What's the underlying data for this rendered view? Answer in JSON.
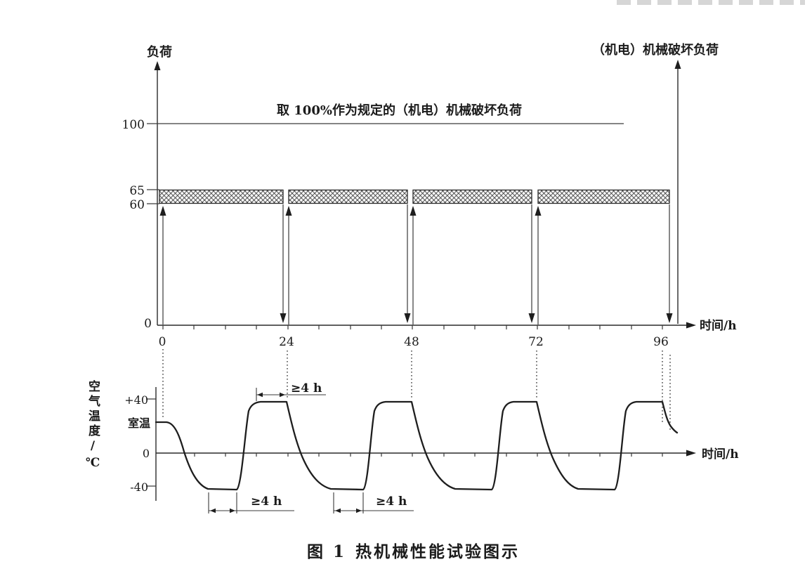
{
  "caption": {
    "label": "图 1",
    "title": "热机械性能试验图示"
  },
  "load_chart": {
    "y_axis_label": "负荷",
    "x_axis_label": "时间/h",
    "reference_note": "取 100%作为规定的（机电）机械破坏负荷",
    "right_label": "（机电）机械破坏负荷",
    "y_tick_labels": [
      "100",
      "65",
      "60",
      "0"
    ],
    "x_tick_labels": [
      "0",
      "24",
      "48",
      "72",
      "96"
    ]
  },
  "temp_chart": {
    "y_axis_label": "空气温度/℃",
    "x_axis_label": "时间/h",
    "y_tick_labels": [
      "+40",
      "室温",
      "0",
      "-40"
    ],
    "hold_annotation": "≥4 h"
  },
  "chart_data": [
    {
      "type": "area",
      "title": "负荷循环（上图）",
      "xlabel": "时间/h",
      "ylabel": "负荷",
      "x_ticks": [
        0,
        24,
        48,
        72,
        96
      ],
      "y_ticks": [
        0,
        60,
        65,
        100
      ],
      "reference_line": {
        "value": 100,
        "label": "取 100%作为规定的（机电）机械破坏负荷"
      },
      "load_band": {
        "low": 60,
        "high": 65,
        "segments_h": [
          [
            0,
            24
          ],
          [
            24,
            48
          ],
          [
            48,
            72
          ],
          [
            72,
            96
          ]
        ]
      },
      "right_arrow_label": "（机电）机械破坏负荷"
    },
    {
      "type": "line",
      "title": "空气温度循环（下图）",
      "xlabel": "时间/h",
      "ylabel": "空气温度/℃",
      "y_ticks": [
        "+40",
        "室温",
        "0",
        "-40"
      ],
      "cycle": {
        "start_level": "室温",
        "cold_c": -40,
        "hot_c": 40,
        "hold_min": "≥4 h",
        "period_h": 24,
        "cycles": 4
      }
    }
  ]
}
